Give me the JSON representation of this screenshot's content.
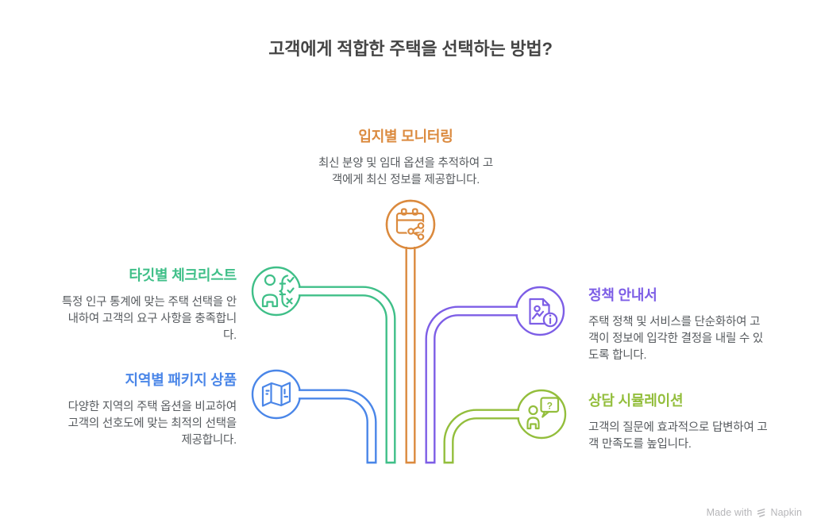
{
  "title": "고객에게 적합한 주택을 선택하는 방법?",
  "branches": [
    {
      "id": "location-monitoring",
      "label": "입지별 모니터링",
      "desc": [
        "최신 분양 및 임대 옵션을 추적하여 고",
        "객에게 최신 정보를 제공합니다."
      ],
      "color": "#DB8A3E",
      "icon": "calendar-share-icon"
    },
    {
      "id": "target-checklist",
      "label": "타깃별 체크리스트",
      "desc": [
        "특정 인구 통계에 맞는 주택 선택을 안",
        "내하여 고객의 요구 사항을 충족합니",
        "다."
      ],
      "color": "#3FBF88",
      "icon": "person-checklist-icon"
    },
    {
      "id": "regional-package",
      "label": "지역별 패키지 상품",
      "desc": [
        "다양한 지역의 주택 옵션을 비교하여",
        "고객의 선호도에 맞는 최적의 선택을",
        "제공합니다."
      ],
      "color": "#4A86E8",
      "icon": "map-icon"
    },
    {
      "id": "policy-guide",
      "label": "정책 안내서",
      "desc": [
        "주택 정책 및 서비스를 단순화하여 고",
        "객이 정보에 입각한 결정을 내릴 수 있",
        "도록 합니다."
      ],
      "color": "#7D5EE6",
      "icon": "document-info-icon"
    },
    {
      "id": "consult-simulation",
      "label": "상담 시뮬레이션",
      "desc": [
        "고객의 질문에 효과적으로 답변하여 고",
        "객 만족도를 높입니다."
      ],
      "color": "#93BE3C",
      "icon": "person-question-icon"
    }
  ],
  "footer": {
    "made_with": "Made with",
    "brand": "Napkin"
  }
}
